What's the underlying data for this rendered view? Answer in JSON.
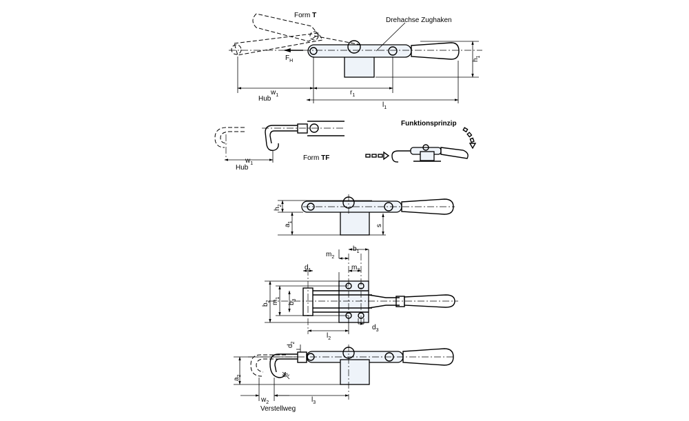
{
  "labels": {
    "form_t_prefix": "Form ",
    "form_t_letter": "T",
    "drehachse": "Drehachse Zughaken",
    "fh_main": "F",
    "fh_sub": "H",
    "h1_main": "h",
    "h1_sub": "1",
    "w1_main": "w",
    "w1_sub": "1",
    "hub": "Hub",
    "r1_main": "r",
    "r1_sub": "1",
    "l1_main": "l",
    "l1_sub": "1",
    "form_tf_prefix": "Form ",
    "form_tf_letter": "TF",
    "w1b_main": "w",
    "w1b_sub": "1",
    "hub_b": "Hub",
    "funktionsprinzip": "Funktionsprinzip",
    "h2_main": "h",
    "h2_sub": "2",
    "a1_main": "a",
    "a1_sub": "1",
    "s": "s",
    "m2_main": "m",
    "m2_sub": "2",
    "b1_main": "b",
    "b1_sub": "1",
    "d1_main": "d",
    "d1_sub": "1",
    "m3_main": "m",
    "m3_sub": "3",
    "b2_main": "b",
    "b2_sub": "2",
    "m1_main": "m",
    "m1_sub": "1",
    "b3_main": "b",
    "b3_sub": "3",
    "l2_main": "l",
    "l2_sub": "2",
    "d3_main": "d",
    "d3_sub": "3",
    "d2_main": "d",
    "d2_sub": "2",
    "a2_main": "a",
    "a2_sub": "2",
    "r2_main": "r",
    "r2_sub": "2",
    "w2_main": "w",
    "w2_sub": "2",
    "l3_main": "l",
    "l3_sub": "3",
    "verstellweg": "Verstellweg"
  }
}
